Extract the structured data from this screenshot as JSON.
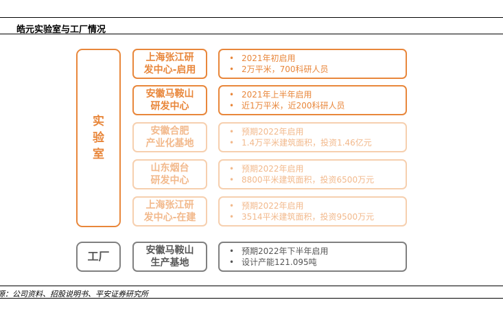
{
  "title": "皓元实验室与工厂情况",
  "source": "源：公司资料、招股说明书、平安证券研究所",
  "groups": {
    "lab": "实验室",
    "factory": "工厂"
  },
  "rows": [
    {
      "name": [
        "上海张江研",
        "发中心-启用"
      ],
      "items": [
        "2021年初启用",
        "2万平米，700科研人员"
      ],
      "style": "active"
    },
    {
      "name": [
        "安徽马鞍山",
        "研发中心"
      ],
      "items": [
        "2021年上半年启用",
        "近1万平米，近200科研人员"
      ],
      "style": "active"
    },
    {
      "name": [
        "安徽合肥",
        "产业化基地"
      ],
      "items": [
        "预期2022年启用",
        "1.4万平米建筑面积，投资1.46亿元"
      ],
      "style": "faded"
    },
    {
      "name": [
        "山东烟台",
        "研发中心"
      ],
      "items": [
        "预期2022年启用",
        "8800平米建筑面积，投资6500万元"
      ],
      "style": "faded"
    },
    {
      "name": [
        "上海张江研",
        "发中心-在建"
      ],
      "items": [
        "预期2022年启用",
        "3514平米建筑面积，投资9500万元"
      ],
      "style": "faded"
    },
    {
      "name": [
        "安徽马鞍山",
        "生产基地"
      ],
      "items": [
        "预期2022年下半年启用",
        "设计产能121.095吨"
      ],
      "style": "grey"
    }
  ],
  "colors": {
    "accent": "#E8863A",
    "faded": "#F6CFAE",
    "grey": "#7f7f7f"
  }
}
